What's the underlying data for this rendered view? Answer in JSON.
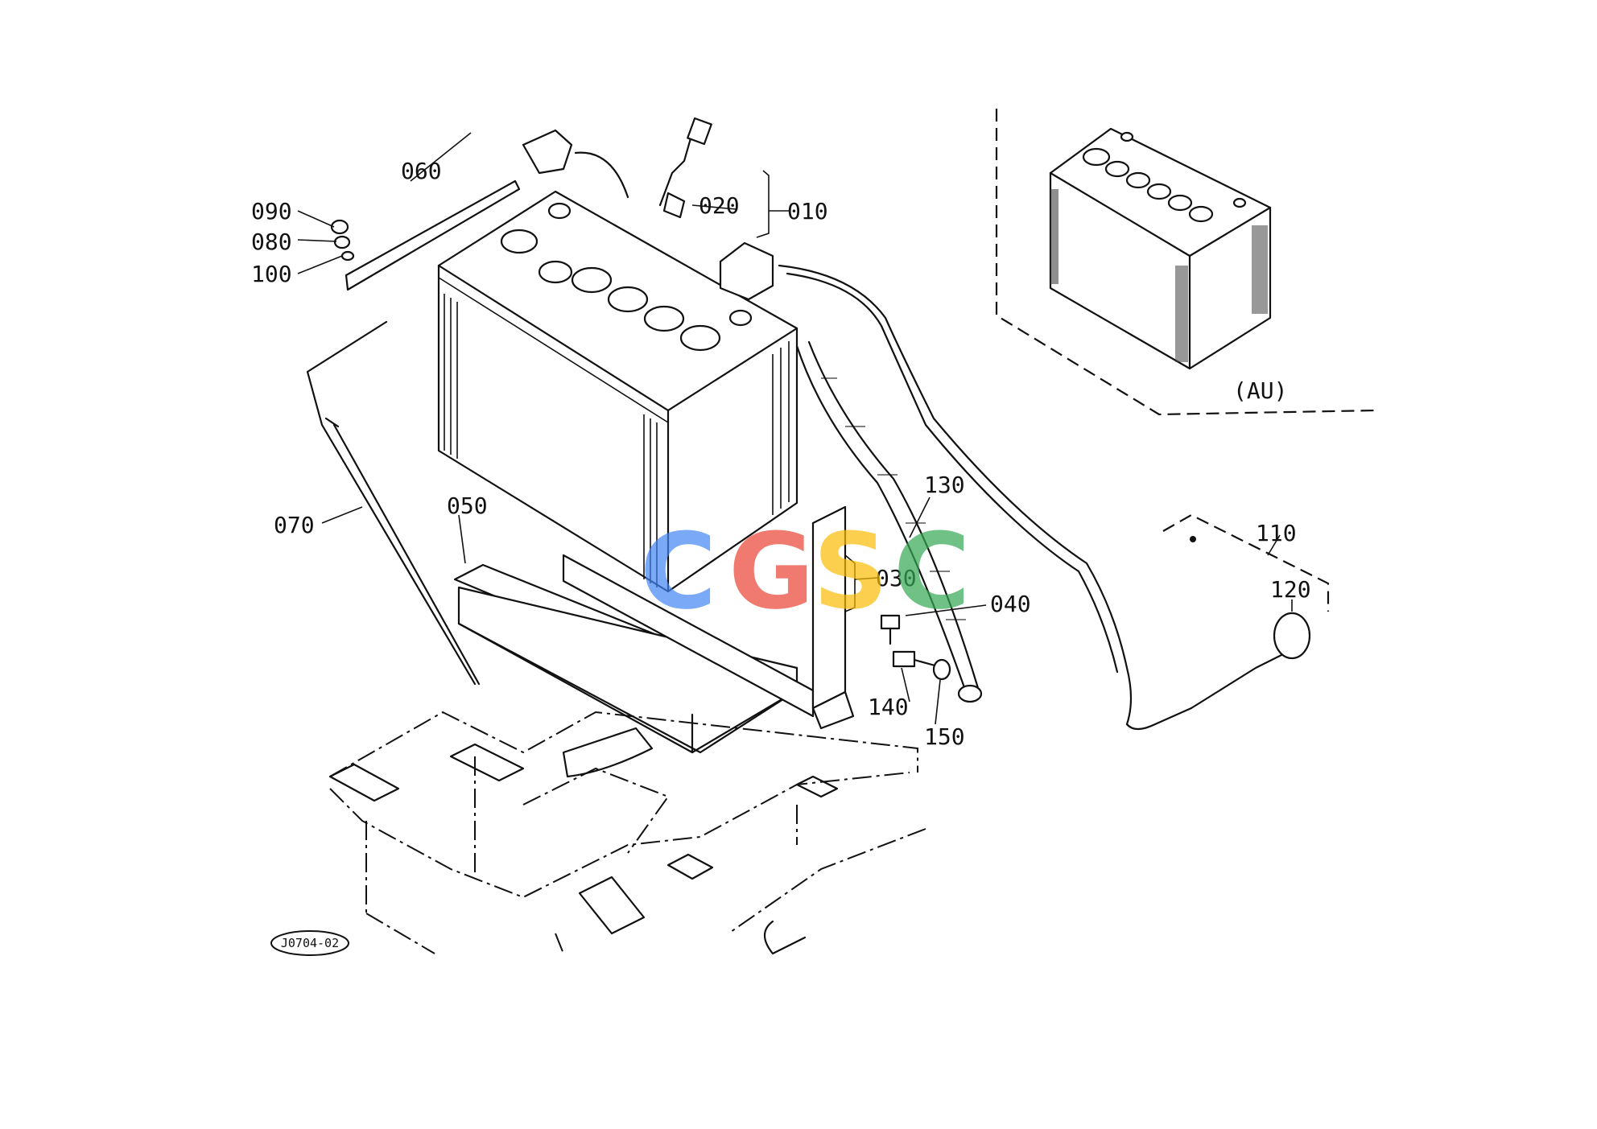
{
  "diagram": {
    "part_labels": [
      {
        "id": "010",
        "text": "010"
      },
      {
        "id": "020",
        "text": "020"
      },
      {
        "id": "030",
        "text": "030"
      },
      {
        "id": "040",
        "text": "040"
      },
      {
        "id": "050",
        "text": "050"
      },
      {
        "id": "060",
        "text": "060"
      },
      {
        "id": "070",
        "text": "070"
      },
      {
        "id": "080",
        "text": "080"
      },
      {
        "id": "090",
        "text": "090"
      },
      {
        "id": "100",
        "text": "100"
      },
      {
        "id": "110",
        "text": "110"
      },
      {
        "id": "120",
        "text": "120"
      },
      {
        "id": "130",
        "text": "130"
      },
      {
        "id": "140",
        "text": "140"
      },
      {
        "id": "150",
        "text": "150"
      }
    ],
    "variant_label": "(AU)",
    "drawing_ref": "J0704-02",
    "watermark": {
      "letters": [
        "C",
        "G",
        "S",
        "C"
      ],
      "colors": [
        "#4285F4",
        "#EA4335",
        "#FBBC05",
        "#34A853"
      ]
    }
  }
}
